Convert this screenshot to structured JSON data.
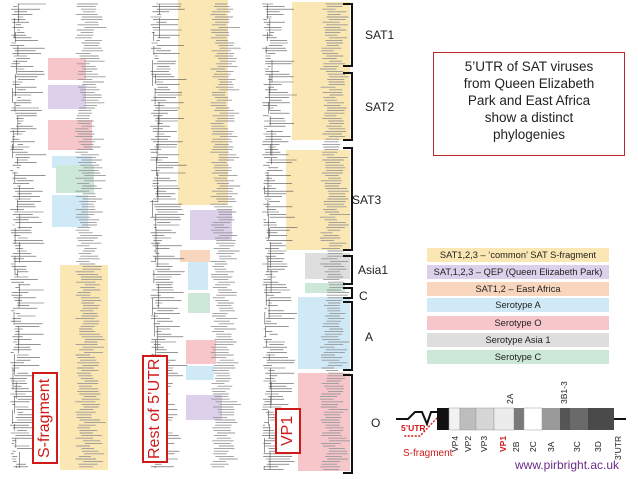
{
  "panels": {
    "s_fragment": "S-fragment",
    "rest_5utr": "Rest of 5’UTR",
    "vp1": "VP1"
  },
  "clades": {
    "sat1": "SAT1",
    "sat2": "SAT2",
    "sat3": "SAT3",
    "asia1": "Asia1",
    "c": "C",
    "a": "A",
    "o": "O"
  },
  "info_box": {
    "line1": "5’UTR of SAT viruses",
    "line2": "from Queen Elizabeth",
    "line3": "Park and East Africa",
    "line4": "show a distinct",
    "line5": "phylogenies"
  },
  "legend": [
    {
      "label": "SAT1,2,3 – ‘common’ SAT S-fragment",
      "color": "#fbe7b3"
    },
    {
      "label": "SAT,1,2,3 – QEP (Queen Elizabeth Park)",
      "color": "#ddd0ea"
    },
    {
      "label": "SAT1,2 – East Africa",
      "color": "#f8d6bd"
    },
    {
      "label": "Serotype A",
      "color": "#cfe9f7"
    },
    {
      "label": "Serotype O",
      "color": "#f6c6cb"
    },
    {
      "label": "Serotype Asia 1",
      "color": "#dedede"
    },
    {
      "label": "Serotype C",
      "color": "#cde8d8"
    }
  ],
  "genome": {
    "utr5": "5’UTR",
    "s_fragment": "S-fragment",
    "segments": [
      "VP4",
      "VP2",
      "VP3",
      "VP1",
      "2B",
      "2C",
      "3A",
      "3C",
      "3D",
      "3’UTR"
    ],
    "top_segments": [
      "2A",
      "3B1-3"
    ]
  },
  "colors": {
    "sat_common": "#fbe7b3",
    "sat_qep": "#ddd0ea",
    "sat_east_africa": "#f8d6bd",
    "serotype_a": "#cfe9f7",
    "serotype_o": "#f6c6cb",
    "serotype_asia1": "#dedede",
    "serotype_c": "#cde8d8",
    "accent_red": "#d01a1a"
  },
  "footer": {
    "url": "www.pirbright.ac.uk"
  }
}
